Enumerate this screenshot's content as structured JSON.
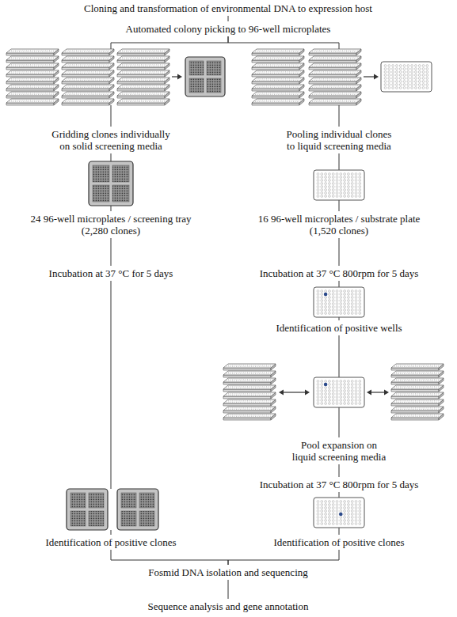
{
  "diagram": {
    "nodes": [
      {
        "text": [
          "Cloning and transformation of environmental DNA to expression host"
        ]
      },
      {
        "text": [
          "Automated colony picking to 96-well microplates"
        ]
      },
      {
        "text": [
          "Gridding clones individually on solid screening media"
        ]
      },
      {
        "text": [
          "Pooling individual clones to liquid screening media"
        ]
      },
      {
        "text": [
          "24 96-well microplates / screening tray",
          "(2,280 clones)"
        ]
      },
      {
        "text": [
          "16 96-well microplates / substrate plate",
          "(1,520 clones)"
        ]
      },
      {
        "text": [
          "Incubation at 37 °C for 5 days"
        ]
      },
      {
        "text": [
          "Incubation at 37 °C 800rpm for 5 days"
        ]
      },
      {
        "text": [
          "Identification of positive wells"
        ]
      },
      {
        "text": [
          "Pool expansion on liquid screening media"
        ]
      },
      {
        "text": [
          "Incubation at 37 °C 800rpm for 5 days"
        ]
      },
      {
        "text": [
          "Identification of positive clones"
        ]
      },
      {
        "text": [
          "Identification of positive clones"
        ]
      },
      {
        "text": [
          "Fosmid DNA isolation and sequencing"
        ]
      },
      {
        "text": [
          "Sequence analysis and gene annotation"
        ]
      }
    ],
    "edges": [
      {
        "from": 0,
        "to": 1,
        "arrow": "none"
      },
      {
        "from": 1,
        "to": 2,
        "arrow": "none"
      },
      {
        "from": 1,
        "to": 3,
        "arrow": "none"
      },
      {
        "from": 2,
        "to": 4,
        "arrow": "none"
      },
      {
        "from": 3,
        "to": 5,
        "arrow": "none"
      },
      {
        "from": 4,
        "to": 6,
        "arrow": "none"
      },
      {
        "from": 5,
        "to": 7,
        "arrow": "none"
      },
      {
        "from": 7,
        "to": 8,
        "arrow": "none"
      },
      {
        "from": 8,
        "to": 9,
        "arrow": "none"
      },
      {
        "from": 9,
        "to": 10,
        "arrow": "none"
      },
      {
        "from": 6,
        "to": 11,
        "arrow": "none"
      },
      {
        "from": 10,
        "to": 12,
        "arrow": "none"
      },
      {
        "from": 11,
        "to": 13,
        "arrow": "none"
      },
      {
        "from": 12,
        "to": 13,
        "arrow": "none"
      },
      {
        "from": 13,
        "to": 14,
        "arrow": "none"
      }
    ]
  }
}
